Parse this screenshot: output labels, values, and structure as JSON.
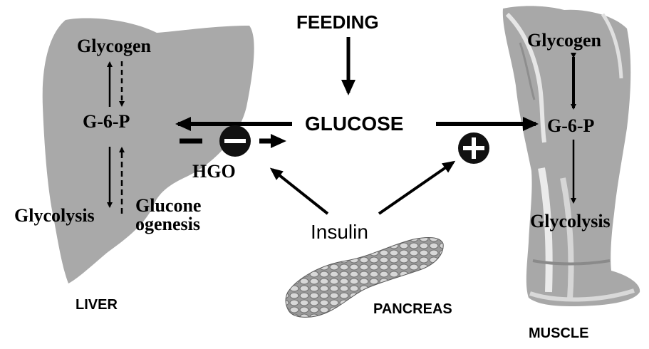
{
  "header": {
    "feeding": "FEEDING",
    "glucose": "GLUCOSE"
  },
  "liver": {
    "name": "LIVER",
    "glycogen": "Glycogen",
    "g6p": "G-6-P",
    "glycolysis": "Glycolysis",
    "gluconeogenesis_line1": "Glucone",
    "gluconeogenesis_line2": "ogenesis",
    "hgo": "HGO"
  },
  "muscle": {
    "name": "MUSCLE",
    "glycogen": "Glycogen",
    "g6p": "G-6-P",
    "glycolysis": "Glycolysis"
  },
  "pancreas": {
    "name": "PANCREAS",
    "hormone": "Insulin"
  },
  "signs": {
    "inhibit": "minus",
    "stimulate": "plus"
  },
  "colors": {
    "organ_gray": "#aaaaaa",
    "organ_light": "#cfcfcf",
    "sign_fill": "#111111",
    "arrow": "#000000"
  }
}
